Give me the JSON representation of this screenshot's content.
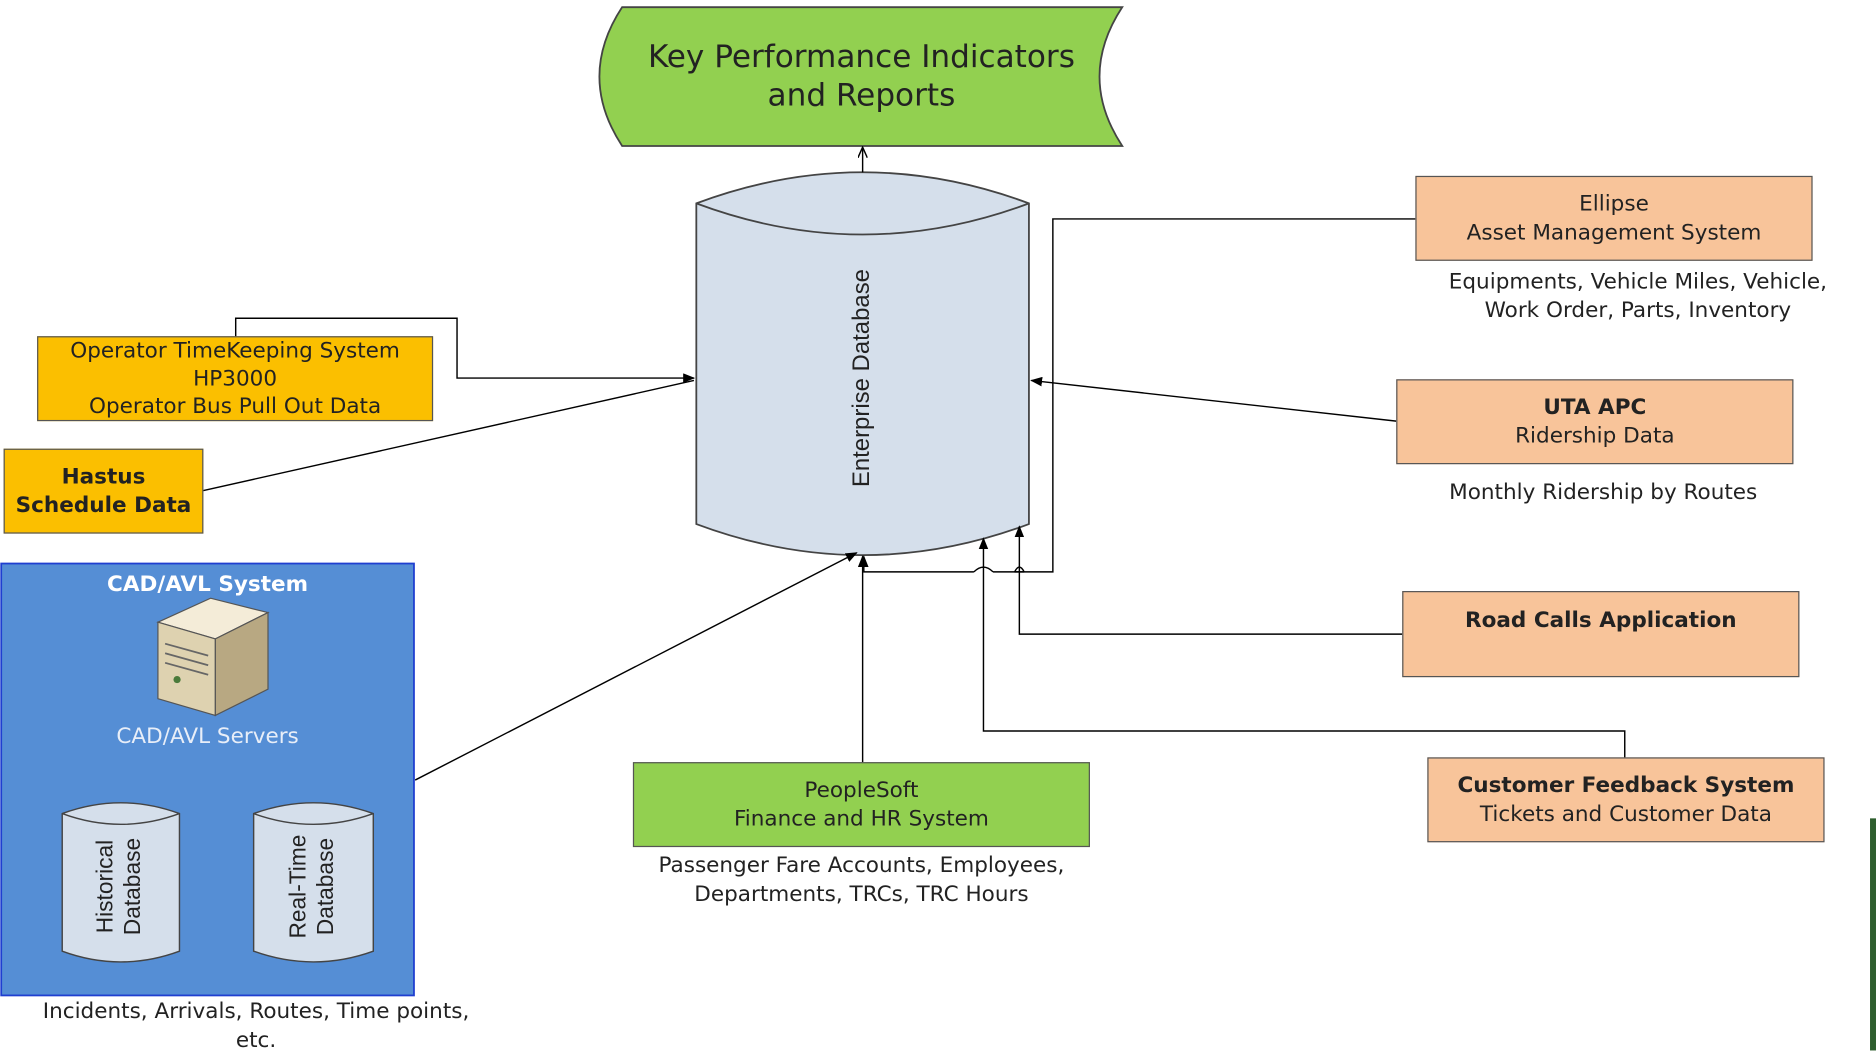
{
  "kpi": {
    "line1": "Key Performance Indicators",
    "line2": "and Reports"
  },
  "enterprise_db": {
    "label": "Enterprise Database"
  },
  "ellipse": {
    "title": "Ellipse",
    "subtitle": "Asset Management System",
    "caption_line1": "Equipments, Vehicle Miles, Vehicle,",
    "caption_line2": "Work Order, Parts, Inventory"
  },
  "uta_apc": {
    "title": "UTA APC",
    "subtitle": "Ridership Data",
    "caption": "Monthly Ridership by Routes"
  },
  "road_calls": {
    "title": "Road Calls Application"
  },
  "customer_feedback": {
    "title": "Customer Feedback System",
    "subtitle": "Tickets and Customer Data"
  },
  "operator_tk": {
    "line1": "Operator TimeKeeping System",
    "line2": "HP3000",
    "line3": "Operator Bus Pull Out Data"
  },
  "hastus": {
    "line1": "Hastus",
    "line2": "Schedule Data"
  },
  "peoplesoft": {
    "title": "PeopleSoft",
    "subtitle": "Finance and HR System",
    "caption_line1": "Passenger Fare Accounts, Employees,",
    "caption_line2": "Departments, TRCs, TRC Hours"
  },
  "cad_avl": {
    "title": "CAD/AVL System",
    "servers_label": "CAD/AVL Servers",
    "historical_line1": "Historical",
    "historical_line2": "Database",
    "realtime_line1": "Real-Time",
    "realtime_line2": "Database",
    "caption_line1": "Incidents, Arrivals, Routes, Time points,",
    "caption_line2": "etc."
  },
  "colors": {
    "kpi_green": "#92d050",
    "orange": "#f8c49a",
    "gold": "#fbbf00",
    "cad_blue": "#558ed5",
    "db_fill": "#d5dfeb",
    "dark_green_bar": "#2e5e2e"
  }
}
